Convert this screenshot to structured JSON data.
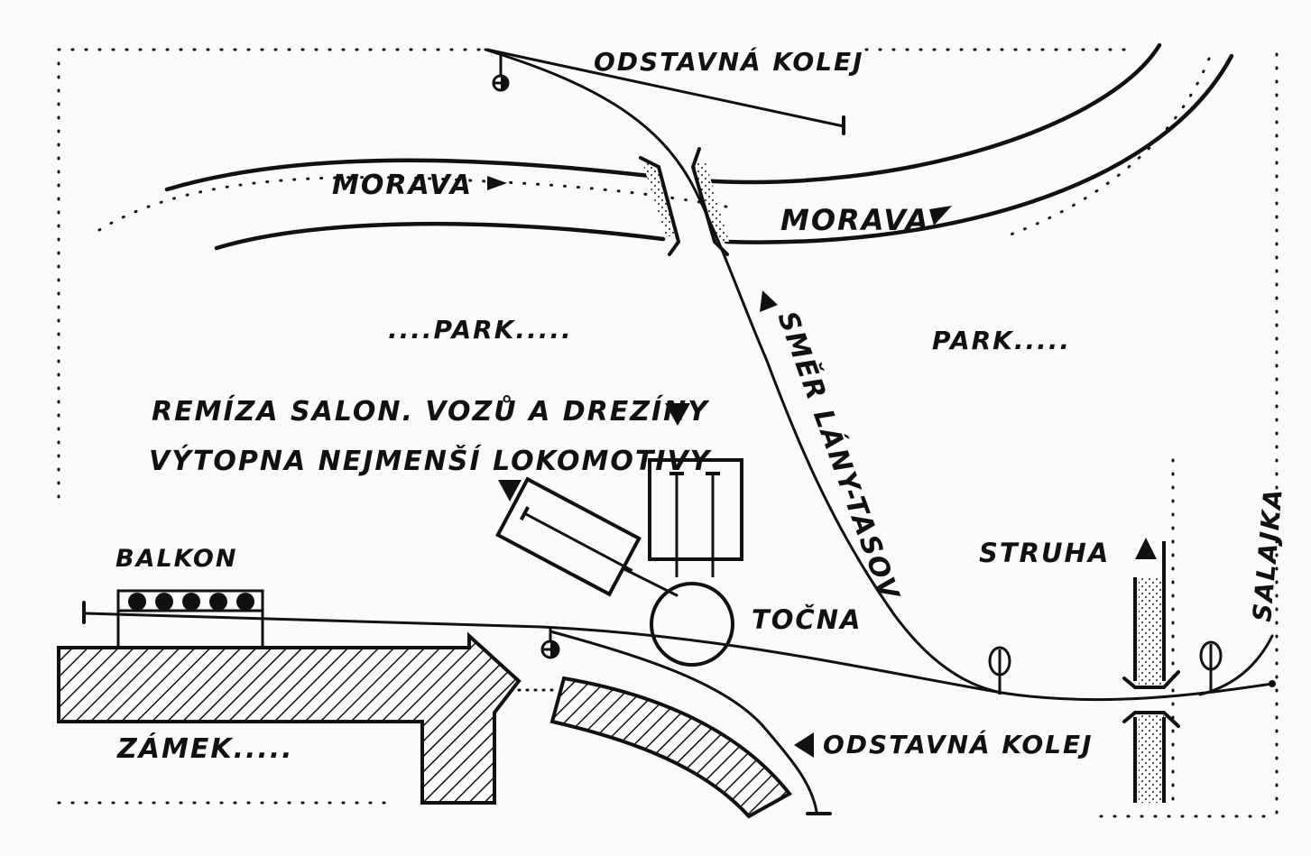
{
  "map": {
    "labels": {
      "odstavna_kolej_top": "ODSTAVNÁ KOLEJ",
      "morava_left": "MORAVA",
      "morava_right": "MORAVA",
      "park_left": "....PARK.....",
      "park_right": "PARK.....",
      "smer": "SMĚR LÁNY-TASOV",
      "remiza": "REMÍZA SALON. VOZŮ A DREZÍNY",
      "vytopna": "VÝTOPNA NEJMENŠÍ LOKOMOTIVY",
      "balkon": "BALKON",
      "tocna": "TOČNA",
      "struha": "STRUHA",
      "salajka": "SALAJKA",
      "zamek": "ZÁMEK.....",
      "odstavna_kolej_bottom": "ODSTAVNÁ KOLEJ"
    },
    "colors": {
      "ink": "#111111",
      "paper": "#fbfbf9"
    }
  }
}
